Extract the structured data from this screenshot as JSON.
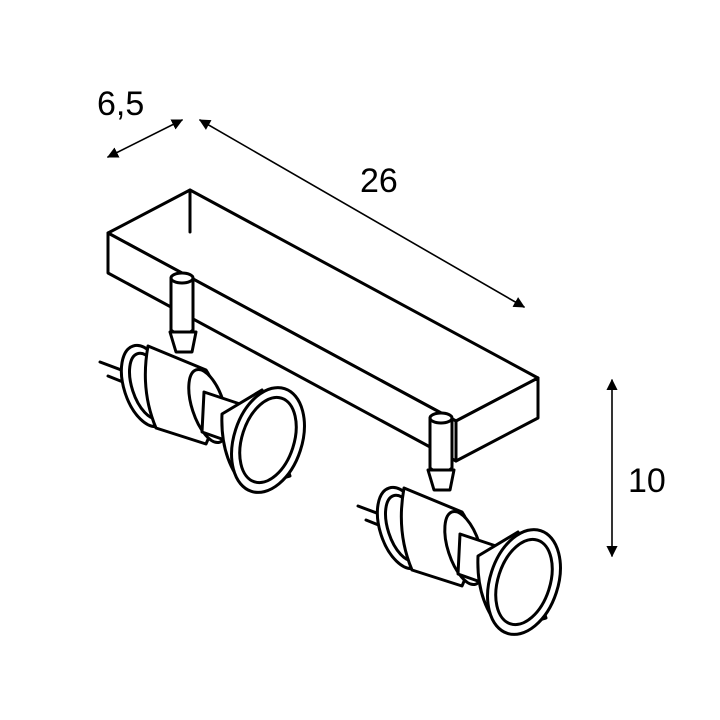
{
  "dimensions": {
    "depth": "6,5",
    "length": "26",
    "height": "10"
  },
  "colors": {
    "line": "#000000",
    "background": "#ffffff"
  }
}
